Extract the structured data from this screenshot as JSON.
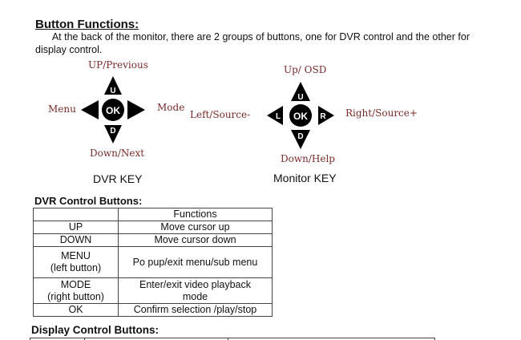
{
  "title": "Button Functions:",
  "intro": "At the back of the monitor, there are 2 groups of buttons, one for DVR control and the other for display control.",
  "dvr_key": {
    "up": "UP/Previous",
    "left": "Menu",
    "right": "Mode",
    "down": "Down/Next",
    "caption": "DVR KEY",
    "center": "OK",
    "up_letter": "U",
    "down_letter": "D"
  },
  "monitor_key": {
    "up": "Up/ OSD",
    "left": "Left/Source-",
    "right": "Right/Source+",
    "down": "Down/Help",
    "caption": "Monitor KEY",
    "center": "OK",
    "up_letter": "U",
    "down_letter": "D",
    "left_letter": "L",
    "right_letter": "R"
  },
  "dvr_table": {
    "heading": "DVR Control Buttons:",
    "header": [
      "",
      "Functions"
    ],
    "rows": [
      [
        "UP",
        "Move cursor up"
      ],
      [
        "DOWN",
        "Move cursor down"
      ],
      [
        "MENU\n(left button)",
        "Po pup/exit menu/sub menu"
      ],
      [
        "MODE\n(right button)",
        "Enter/exit video playback\nmode"
      ],
      [
        "OK",
        "Confirm selection /play/stop"
      ]
    ]
  },
  "display_heading": "Display Control Buttons:"
}
